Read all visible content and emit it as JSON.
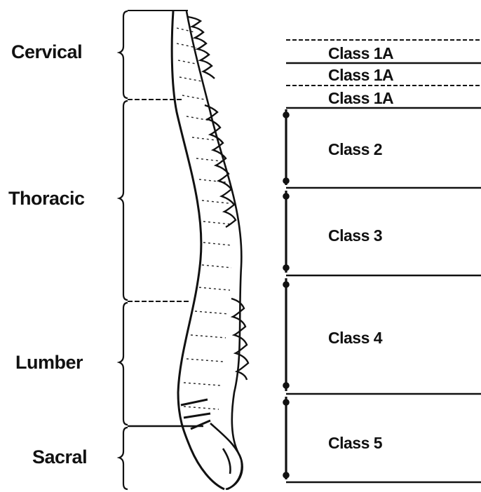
{
  "regions": {
    "cervical": "Cervical",
    "thoracic": "Thoracic",
    "lumbar": "Lumber",
    "sacral": "Sacral"
  },
  "classes": {
    "class_1a_top": "Class 1A",
    "class_1a_middle": "Class 1A",
    "class_1a_bottom": "Class 1A",
    "class_2": "Class 2",
    "class_3": "Class 3",
    "class_4": "Class 4",
    "class_5": "Class 5"
  },
  "colors": {
    "ink": "#111111",
    "background": "#ffffff"
  }
}
